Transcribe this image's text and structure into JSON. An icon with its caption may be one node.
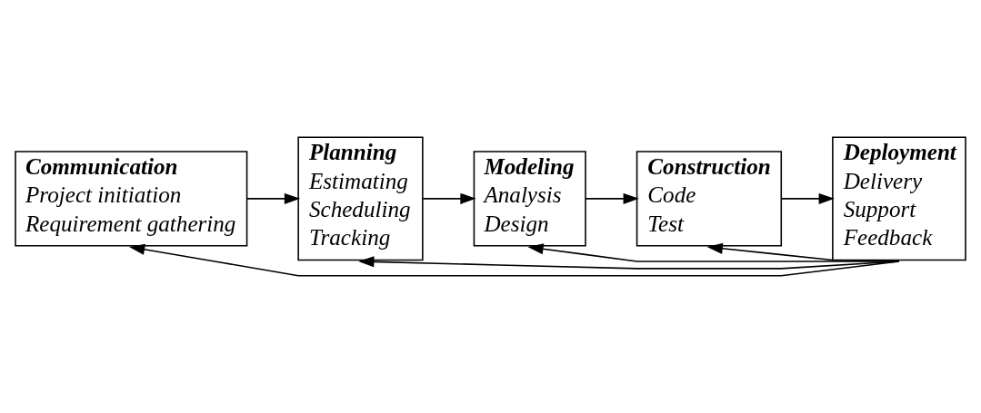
{
  "diagram": {
    "nodes": [
      {
        "text": [
          "Communication",
          "Project initiation",
          "Requirement gathering"
        ]
      },
      {
        "text": [
          "Planning",
          "Estimating",
          "Scheduling",
          "Tracking"
        ]
      },
      {
        "text": [
          "Modeling",
          "Analysis",
          "Design"
        ]
      },
      {
        "text": [
          "Construction",
          "Code",
          "Test"
        ]
      },
      {
        "text": [
          "Deployment",
          "Delivery",
          "Support",
          "Feedback"
        ]
      }
    ],
    "edges": [
      {
        "from": 0,
        "to": 1,
        "arrow": "to"
      },
      {
        "from": 1,
        "to": 2,
        "arrow": "to"
      },
      {
        "from": 2,
        "to": 3,
        "arrow": "to"
      },
      {
        "from": 3,
        "to": 4,
        "arrow": "to"
      },
      {
        "from": 4,
        "to": 0,
        "arrow": "to"
      },
      {
        "from": 4,
        "to": 1,
        "arrow": "to"
      },
      {
        "from": 4,
        "to": 2,
        "arrow": "to"
      },
      {
        "from": 4,
        "to": 3,
        "arrow": "to"
      }
    ]
  }
}
